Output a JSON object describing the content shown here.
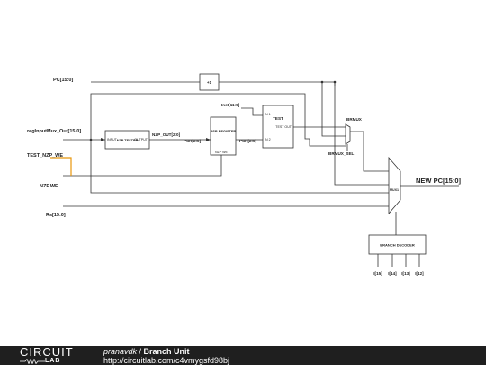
{
  "labels": {
    "pc": "PC[15:0]",
    "plus_one": "+1",
    "inst_11_9": "Inst[11:9]",
    "reg_input_mux_out": "regInputMux_Out[15:0]",
    "nzp_out": "NZP_OUT[2:0]",
    "psr_2_0_a": "PSR[2:0]",
    "psr_2_0_b": "PSR[2:0]",
    "test_nzp_we": "TEST_NZP_WE",
    "nzp_we": "NZP.WE",
    "rs": "Rs[15:0]",
    "brmux": "BRMUX",
    "brmux_sel": "BRMUX_SEL",
    "new_pc": "NEW PC[15:0]",
    "mux1": "MUX1",
    "i15": "I[15]",
    "i14": "I[14]",
    "i13": "I[13]",
    "i12": "I[12]"
  },
  "blocks": {
    "nzp_tester": {
      "name": "NZP TESTER",
      "input": "INPUT",
      "output": "OUTPUT"
    },
    "psr_register": {
      "name": "PSR REGISTER",
      "port": "NZP WE"
    },
    "test": {
      "name": "TEST",
      "in_a": "IN 1",
      "in_b": "IN 2",
      "out": "TEST OUT"
    },
    "branch_decoder": {
      "name": "BRANCH DECODER"
    }
  },
  "footer": {
    "logo_top": "CIRCUIT",
    "logo_bottom": "LAB",
    "author": "pranavdk",
    "separator": " / ",
    "title": "Branch Unit",
    "url": "http://circuitlab.com/c4vmygsfd98bj"
  },
  "colors": {
    "wire": "#333333",
    "highlight_wire": "#e8960c",
    "footer_bg": "#1f1f1f"
  }
}
